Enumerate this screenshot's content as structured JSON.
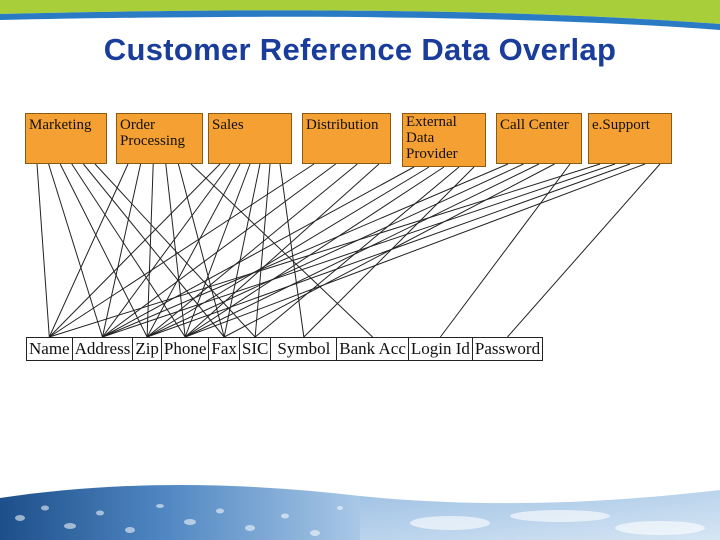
{
  "title": "Customer Reference Data Overlap",
  "departments": [
    {
      "id": "marketing",
      "label": "Marketing"
    },
    {
      "id": "order-processing",
      "label": "Order Processing"
    },
    {
      "id": "sales",
      "label": "Sales"
    },
    {
      "id": "distribution",
      "label": "Distribution"
    },
    {
      "id": "external-data-provider",
      "label": "External Data Provider"
    },
    {
      "id": "call-center",
      "label": "Call Center"
    },
    {
      "id": "esupport",
      "label": "e.Support"
    }
  ],
  "attributes": [
    {
      "id": "name",
      "label": "Name"
    },
    {
      "id": "address",
      "label": "Address"
    },
    {
      "id": "zip",
      "label": "Zip"
    },
    {
      "id": "phone",
      "label": "Phone"
    },
    {
      "id": "fax",
      "label": "Fax"
    },
    {
      "id": "sic",
      "label": "SIC"
    },
    {
      "id": "symbol",
      "label": "Symbol"
    },
    {
      "id": "bank-acc",
      "label": "Bank Acc"
    },
    {
      "id": "login-id",
      "label": "Login Id"
    },
    {
      "id": "password",
      "label": "Password"
    }
  ],
  "links": {
    "marketing": [
      "name",
      "address",
      "zip",
      "phone",
      "fax",
      "sic"
    ],
    "order-processing": [
      "name",
      "address",
      "zip",
      "phone",
      "fax",
      "bank-acc"
    ],
    "sales": [
      "name",
      "address",
      "zip",
      "phone",
      "fax",
      "sic",
      "symbol"
    ],
    "distribution": [
      "name",
      "address",
      "zip",
      "phone"
    ],
    "external-data-provider": [
      "address",
      "zip",
      "phone",
      "sic",
      "symbol"
    ],
    "call-center": [
      "address",
      "zip",
      "phone",
      "fax",
      "login-id"
    ],
    "esupport": [
      "name",
      "address",
      "zip",
      "phone",
      "password"
    ]
  },
  "colors": {
    "box_fill": "#f5a033",
    "title": "#1a3d9c",
    "lines": "#222222",
    "swoosh_green": "#a8cf3a",
    "swoosh_blue": "#2a7bc4"
  }
}
